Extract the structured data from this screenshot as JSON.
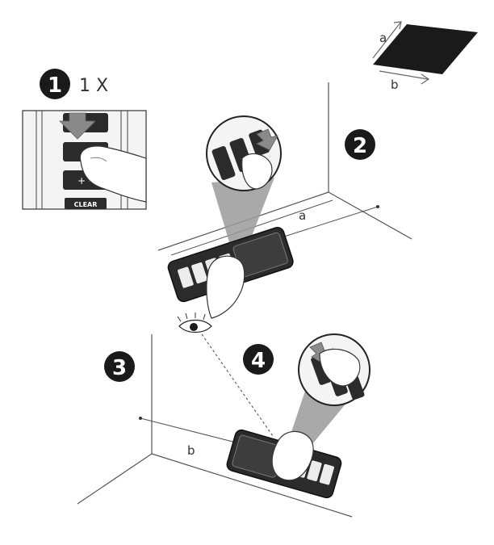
{
  "steps": [
    {
      "number": "1",
      "note": "1 X"
    },
    {
      "number": "2"
    },
    {
      "number": "3"
    },
    {
      "number": "4"
    }
  ],
  "labels": {
    "side_a": "a",
    "side_b": "b",
    "wall_a": "a",
    "wall_b": "b",
    "clear_key": "CLEAR"
  },
  "colors": {
    "ink": "#1a1a1a",
    "line": "#555555",
    "device_body": "#2b2b2b",
    "device_screen": "#3d3d3d",
    "arrow_fill": "#8a8a8a",
    "panel_bg": "#f2f2f2"
  }
}
